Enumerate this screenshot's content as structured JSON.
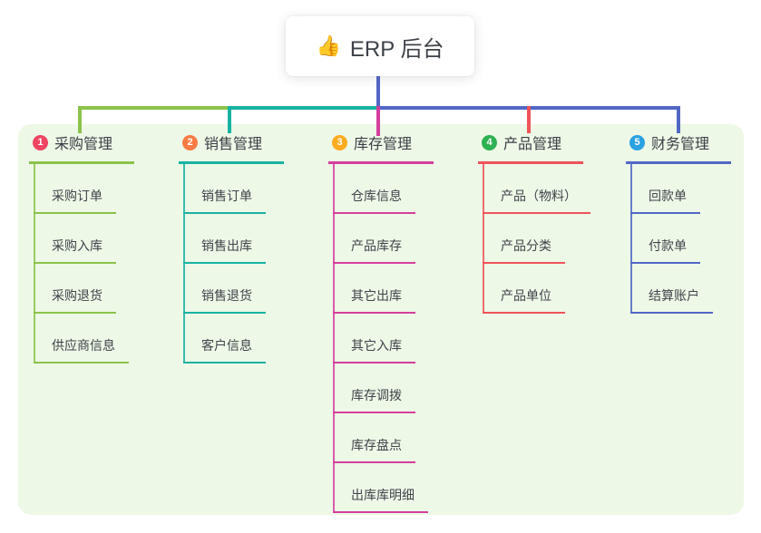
{
  "root": {
    "icon": "👍",
    "label": "ERP 后台"
  },
  "colors": {
    "panel_bg": "#edf8e7",
    "root_line": "#5267c5",
    "text": "#3c4046"
  },
  "branches": [
    {
      "index": "1",
      "label": "采购管理",
      "color": "#8bc34a",
      "badge_color": "#ee4562",
      "children": [
        "采购订单",
        "采购入库",
        "采购退货",
        "供应商信息"
      ]
    },
    {
      "index": "2",
      "label": "销售管理",
      "color": "#18b2a2",
      "badge_color": "#f97c45",
      "children": [
        "销售订单",
        "销售出库",
        "销售退货",
        "客户信息"
      ]
    },
    {
      "index": "3",
      "label": "库存管理",
      "color": "#d63e9d",
      "badge_color": "#fbab1f",
      "children": [
        "仓库信息",
        "产品库存",
        "其它出库",
        "其它入库",
        "库存调拨",
        "库存盘点",
        "出库库明细"
      ]
    },
    {
      "index": "4",
      "label": "产品管理",
      "color": "#ef5359",
      "badge_color": "#2eb150",
      "children": [
        "产品（物料）",
        "产品分类",
        "产品单位"
      ]
    },
    {
      "index": "5",
      "label": "财务管理",
      "color": "#5267c5",
      "badge_color": "#2ba1e2",
      "children": [
        "回款单",
        "付款单",
        "结算账户"
      ]
    }
  ]
}
